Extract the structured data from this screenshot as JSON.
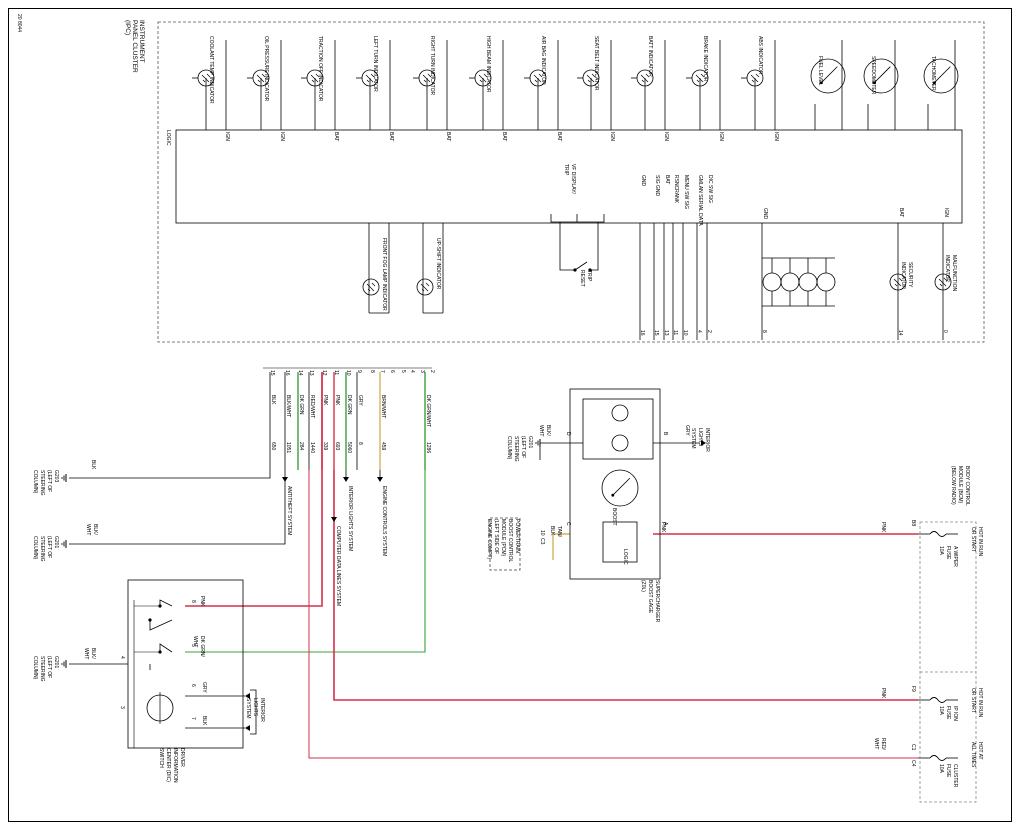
{
  "figure_id": "20 8044",
  "colors": {
    "pnk": "#d6304b",
    "grn": "#3aa13a",
    "tan": "#d4b35a",
    "wire": "#000000",
    "panel": "#000000",
    "fuse_box": "#888888"
  },
  "ipc": {
    "title": "INSTRUMENT\nPANEL CLUSTER\n(IPC)",
    "logic_label": "LOGIC",
    "indicators_top": [
      {
        "label": "COOLANT TEMP INDICATOR",
        "pin": "IGN"
      },
      {
        "label": "OIL PRESSURE INDICATOR",
        "pin": "IGN"
      },
      {
        "label": "TRACTION OFF INDICATOR",
        "pin": "BAT"
      },
      {
        "label": "LEFT TURN INDICATOR",
        "pin": "BAT"
      },
      {
        "label": "RIGHT TURN INDICATOR",
        "pin": "BAT"
      },
      {
        "label": "HIGH BEAM INDICATOR",
        "pin": "BAT"
      },
      {
        "label": "AIR BAG INDICATOR",
        "pin": "BAT"
      },
      {
        "label": "SEAT BELT INDICATOR",
        "pin": "IGN"
      },
      {
        "label": "BATT INDICATOR",
        "pin": "IGN"
      },
      {
        "label": "BRAKE INDICATOR",
        "pin": "IGN"
      },
      {
        "label": "ABS INDICATOR",
        "pin": "IGN"
      }
    ],
    "gauges": [
      "FUEL LEVEL",
      "SPEEDOMETER",
      "TACHOMETER"
    ],
    "lower_indicators": [
      "FRONT FOG LAMP INDICATOR",
      "UP-SHIFT INDICATOR"
    ],
    "trip": {
      "display_label": "VF DISPLAY/\nTRIP",
      "reset_label": "TRIP\nRESET"
    },
    "signals": [
      "GND",
      "SIG GND",
      "BAT",
      "RSNCRANK",
      "MENU SW SIG",
      "GMLAN SERIAL DATA",
      "DIC SW SIG"
    ],
    "gnd_label": "GND",
    "security": {
      "pin": "BAT",
      "label": "SECURITY\nINDICATOR"
    },
    "malfunction": {
      "pin": "IGN",
      "label": "MALFUNCTION\nINDICATOR"
    },
    "connector_pins": [
      "16",
      "15",
      "13",
      "11",
      "10",
      "4",
      "2",
      "8",
      "14",
      "0"
    ]
  },
  "harness": {
    "top_pins": [
      "15",
      "16",
      "14",
      "13",
      "12",
      "11",
      "10",
      "9",
      "8",
      "7",
      "6",
      "5",
      "4",
      "3",
      "2",
      "1"
    ],
    "wires": [
      {
        "pin": "15",
        "color": "BLK",
        "circuit": "650"
      },
      {
        "pin": "16",
        "color": "BLK/WHT",
        "circuit": "1051"
      },
      {
        "pin": "14",
        "color": "DK GRN",
        "circuit": "284"
      },
      {
        "pin": "12",
        "color": "RED/WHT",
        "circuit": "1440"
      },
      {
        "pin": "11",
        "color": "PNK",
        "circuit": "339"
      },
      {
        "pin": "10",
        "color": "PNK",
        "circuit": "693"
      },
      {
        "pin": "9",
        "color": "DK GRN",
        "circuit": "5060"
      },
      {
        "pin": "8",
        "color": "GRY",
        "circuit": "8"
      },
      {
        "pin": "6",
        "color": "BRN/WHT",
        "circuit": "459"
      },
      {
        "pin": "2",
        "color": "DK GRN/WHT",
        "circuit": "1286"
      }
    ],
    "systems": [
      "ANTITHEFT SYSTEM",
      "COMPUTER DATA LINES SYSTEM",
      "INTERIOR LIGHTS SYSTEM",
      "ENGINE CONTROLS SYSTEM"
    ]
  },
  "grounds": [
    {
      "id": "G203",
      "wire": "BLK",
      "label": "G203\n(LEFT OF\nSTEERING\nCOLUMN)"
    },
    {
      "id": "G201a",
      "wire": "BLK/\nWHT",
      "label": "G201\n(LEFT OF\nSTEERING\nCOLUMN)"
    },
    {
      "id": "G201b",
      "wire": "BLK/\nWHT",
      "label": "G201\n(LEFT OF\nSTEERING\nCOLUMN)"
    },
    {
      "id": "G201c",
      "wire": "BLK/\nWHT",
      "label": "G201\n(LEFT OF\nSTEERING\nCOLUMN)"
    }
  ],
  "boost_gage": {
    "title": "SUPERCHARGER\nBOOST GAGE\n(Z0L)",
    "gauge": "BOOST",
    "logic": "LOGIC",
    "pin_d": "D",
    "pin_b": "B",
    "pin_c": "C",
    "pin_a": "A",
    "gry": "GRY",
    "gry_system": "INTERIOR\nLIGHTS\nSYSTEM",
    "blk": "BLK/\nWHT",
    "tan": "TAN/\nBLK",
    "tan_circuit": "10",
    "c3": "C3",
    "pcm": "POWERTRAIN\nBOOST CONTROL\nMODULE (PCM)\n(LEFT SIDE OF\nENGINE COMPT)",
    "pnk": "PNK"
  },
  "dic": {
    "title": "DRIVER\nINFORMATION\nCENTER (DIC)\nSWITCH",
    "pnk": "PNK",
    "grn": "DK GRN/\nWHT",
    "gry": "GRY",
    "blk": "BLK",
    "blkwht": "BLK/\nWHT",
    "system": "INTERIOR\nLIGHTS\nSYSTEM",
    "pins": [
      "8",
      "5",
      "6",
      "7",
      "4",
      "3"
    ]
  },
  "fuse_block": {
    "group1": "HOT IN RUN\nOR START",
    "bcm": "BODY CONTROL\nMODULE (BCM)\n(BELOW RADIO)",
    "fuse1": "A WIPER\nFUSE\n10A",
    "pin1": "B8",
    "group2": "HOT IN RUN\nOR START",
    "fuse2": "IP ION\nFUSE\n10A",
    "pin2": "F9",
    "group3": "HOT AT\nALL TIMES",
    "fuse3": "CLUSTER\nFUSE\n10A",
    "pin3a": "C1",
    "pin3b": "C4",
    "wire1": "PNK",
    "wire2": "PNK",
    "wire3": "RED/\nWHT"
  }
}
